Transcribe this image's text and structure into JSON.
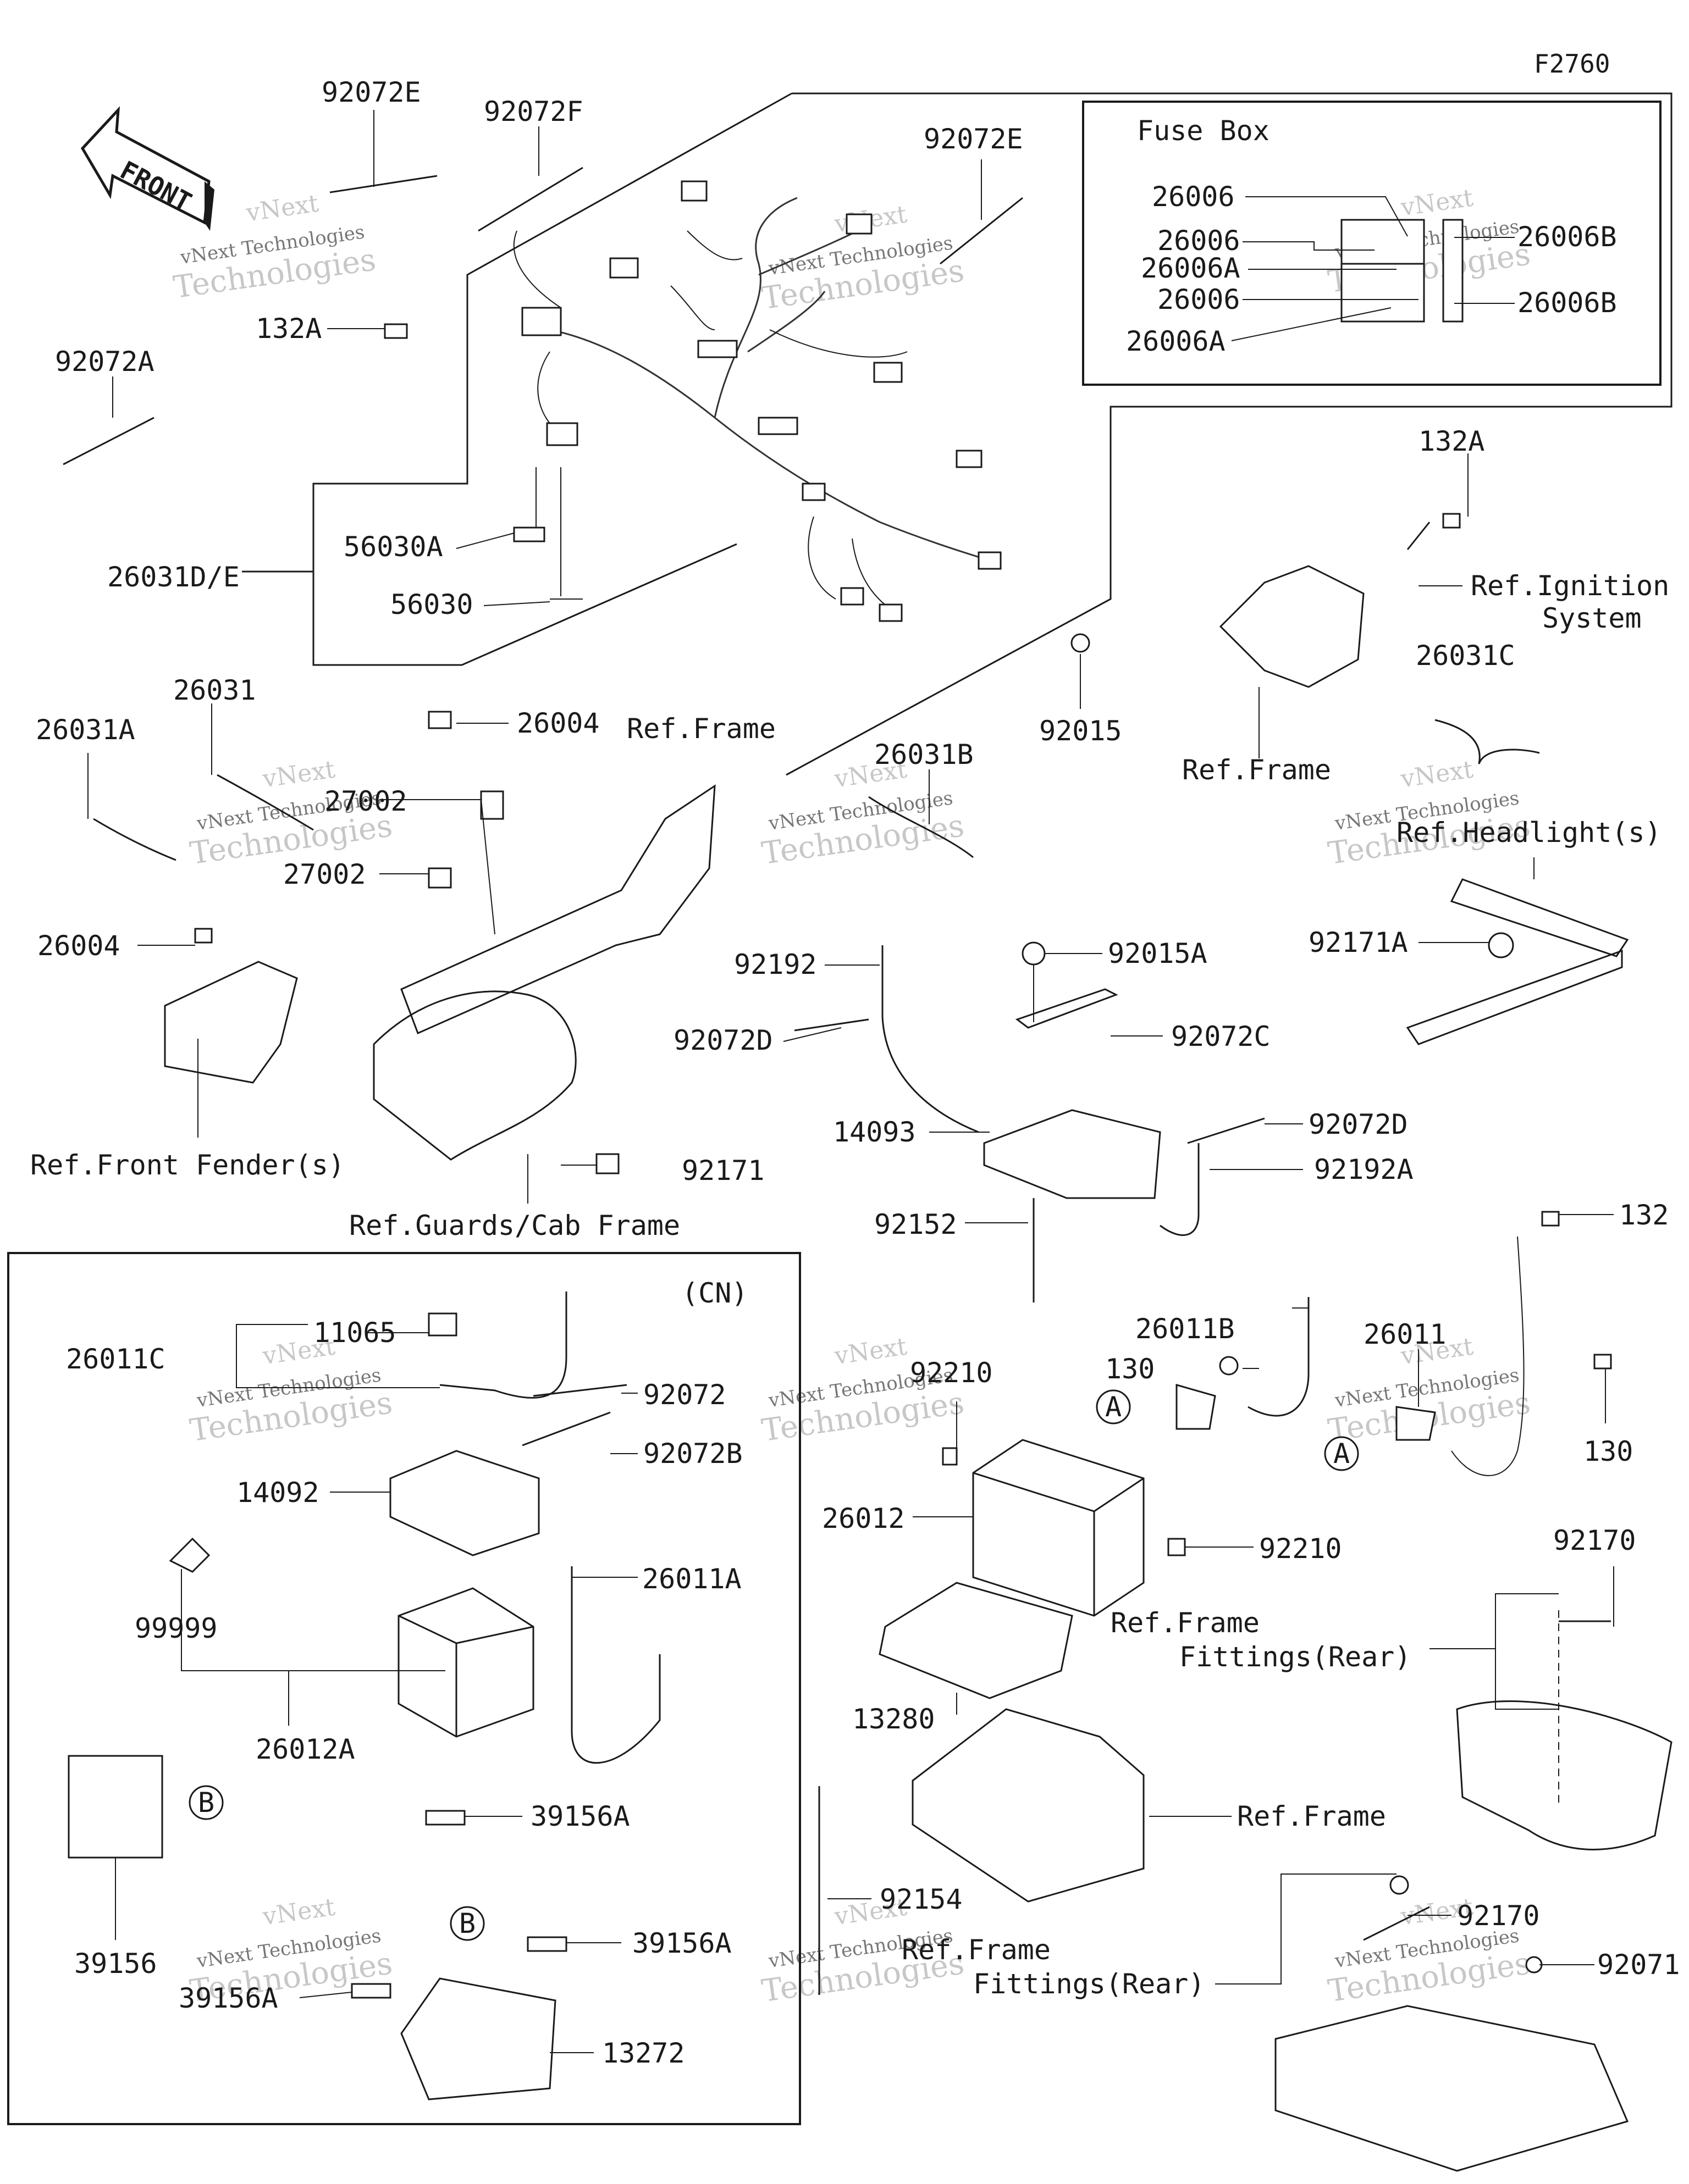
{
  "figure_id": "F2760",
  "front_arrow_label": "FRONT",
  "fuse_box": {
    "title": "Fuse Box",
    "labels": [
      "26006",
      "26006",
      "26006A",
      "26006",
      "26006A",
      "26006B",
      "26006B"
    ]
  },
  "cn_box": {
    "title": "(CN)"
  },
  "callout_letters": {
    "a": "A",
    "b": "B"
  },
  "watermark": {
    "line1": "vNext",
    "line2": "vNext Technologies",
    "line3": "Technologies"
  },
  "part_labels": {
    "p92072E_top": "92072E",
    "p92072F": "92072F",
    "p92072E_right": "92072E",
    "p132A_left": "132A",
    "p92072A": "92072A",
    "p56030A": "56030A",
    "p26031DE": "26031D/E",
    "p56030": "56030",
    "p26004_top": "26004",
    "p92015": "92015",
    "p132A_right": "132A",
    "refIgnition1": "Ref.Ignition",
    "refIgnition2": "System",
    "p26031C": "26031C",
    "refFrame_mid": "Ref.Frame",
    "p26031": "26031",
    "p26031A": "26031A",
    "p27002_a": "27002",
    "p27002_b": "27002",
    "refFrame_top": "Ref.Frame",
    "p26031B": "26031B",
    "refHeadlight": "Ref.Headlight(s)",
    "p26004_left": "26004",
    "p92192": "92192",
    "p92015A": "92015A",
    "p92171A": "92171A",
    "p92072D_left": "92072D",
    "p92072C": "92072C",
    "p14093": "14093",
    "p92072D_right": "92072D",
    "refFrontFender": "Ref.Front Fender(s)",
    "p92171": "92171",
    "p92192A": "92192A",
    "p92152": "92152",
    "refGuards": "Ref.Guards/Cab Frame",
    "p132": "132",
    "p11065": "11065",
    "p26011C": "26011C",
    "p92072": "92072",
    "p92072B": "92072B",
    "p14092": "14092",
    "p26011A": "26011A",
    "p99999": "99999",
    "p26012A": "26012A",
    "p39156": "39156",
    "p39156A_a": "39156A",
    "p39156A_b": "39156A",
    "p39156A_c": "39156A",
    "p13272": "13272",
    "p26011B": "26011B",
    "p26011": "26011",
    "p130_a": "130",
    "p130_b": "130",
    "p92210_a": "92210",
    "p92210_b": "92210",
    "p26012": "26012",
    "refFrameFit1a": "Ref.Frame",
    "refFrameFit1b": "Fittings(Rear)",
    "p92170_a": "92170",
    "p13280": "13280",
    "refFrame_low": "Ref.Frame",
    "p92154": "92154",
    "refFrameFit2a": "Ref.Frame",
    "refFrameFit2b": "Fittings(Rear)",
    "p92170_b": "92170",
    "p92071": "92071"
  }
}
